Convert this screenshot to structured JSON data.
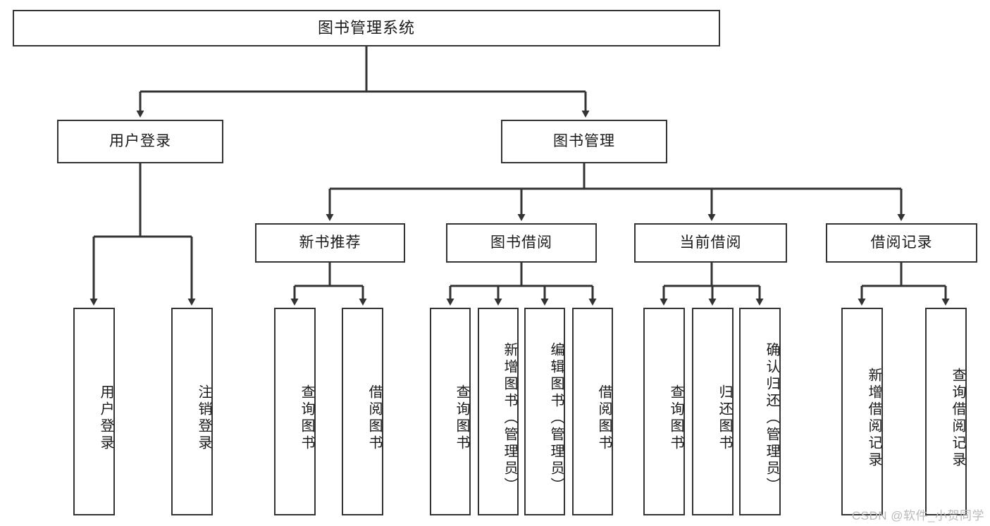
{
  "diagram": {
    "title": "图书管理系统",
    "type": "functional-structure-tree",
    "root": {
      "id": "root",
      "label": "图书管理系统"
    },
    "level2": [
      {
        "id": "user-login",
        "label": "用户登录"
      },
      {
        "id": "book-manage",
        "label": "图书管理"
      }
    ],
    "level3": [
      {
        "id": "new-book-recommend",
        "label": "新书推荐",
        "parent": "book-manage"
      },
      {
        "id": "book-borrow",
        "label": "图书借阅",
        "parent": "book-manage"
      },
      {
        "id": "current-borrow",
        "label": "当前借阅",
        "parent": "book-manage"
      },
      {
        "id": "borrow-record",
        "label": "借阅记录",
        "parent": "book-manage"
      }
    ],
    "leaves": [
      {
        "id": "leaf-user-login",
        "label": "用户登录",
        "parent": "user-login"
      },
      {
        "id": "leaf-user-logout",
        "label": "注销登录",
        "parent": "user-login"
      },
      {
        "id": "leaf-query-book-1",
        "label": "查询图书",
        "parent": "new-book-recommend"
      },
      {
        "id": "leaf-borrow-book-1",
        "label": "借阅图书",
        "parent": "new-book-recommend"
      },
      {
        "id": "leaf-query-book-2",
        "label": "查询图书",
        "parent": "book-borrow"
      },
      {
        "id": "leaf-add-book",
        "label": "新增图书（管理员）",
        "parent": "book-borrow"
      },
      {
        "id": "leaf-edit-book",
        "label": "编辑图书（管理员）",
        "parent": "book-borrow"
      },
      {
        "id": "leaf-borrow-book-2",
        "label": "借阅图书",
        "parent": "book-borrow"
      },
      {
        "id": "leaf-query-book-3",
        "label": "查询图书",
        "parent": "current-borrow"
      },
      {
        "id": "leaf-return-book",
        "label": "归还图书",
        "parent": "current-borrow"
      },
      {
        "id": "leaf-confirm-return",
        "label": "确认归还（管理员）",
        "parent": "current-borrow"
      },
      {
        "id": "leaf-add-record",
        "label": "新增借阅记录",
        "parent": "borrow-record"
      },
      {
        "id": "leaf-query-record",
        "label": "查询借阅记录",
        "parent": "borrow-record"
      }
    ],
    "watermark": "CSDN @软件_小贺同学",
    "colors": {
      "box_border": "#333333",
      "box_fill": "#ffffff",
      "edge": "#333333",
      "text": "#1a1a1a",
      "watermark": "#b9b9b9"
    }
  }
}
